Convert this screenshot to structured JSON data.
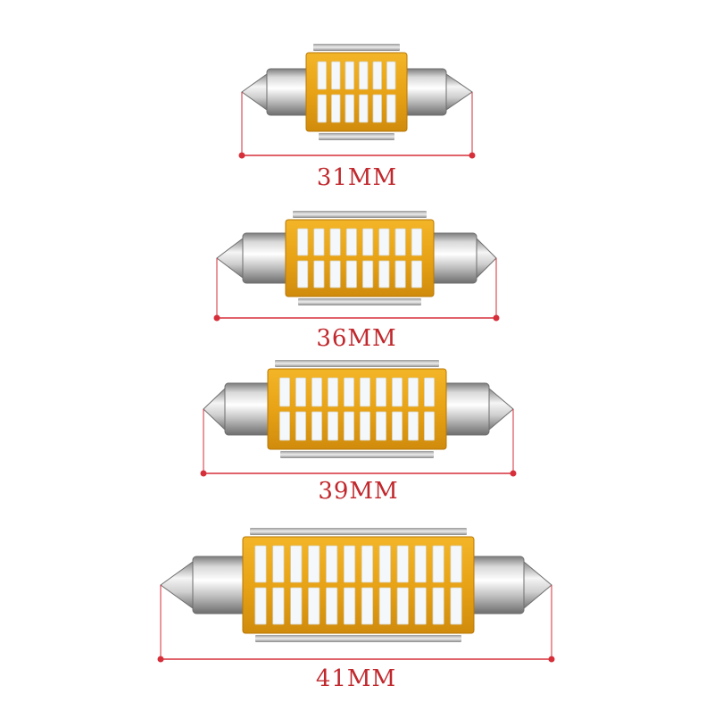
{
  "colors": {
    "background": "#ffffff",
    "dimension_line": "#d62f3a",
    "label_text": "#c0282d",
    "pcb_gold": "#e8a316",
    "pcb_gold_light": "#f6c640",
    "led_white": "#f4f8fb",
    "metal_light": "#f2f2f2",
    "metal_dark": "#8c8c8c"
  },
  "bulbs": [
    {
      "label": "31MM",
      "led_rows": 2,
      "leds_per_row": 6
    },
    {
      "label": "36MM",
      "led_rows": 2,
      "leds_per_row": 8
    },
    {
      "label": "39MM",
      "led_rows": 2,
      "leds_per_row": 10
    },
    {
      "label": "41MM",
      "led_rows": 2,
      "leds_per_row": 12
    }
  ]
}
